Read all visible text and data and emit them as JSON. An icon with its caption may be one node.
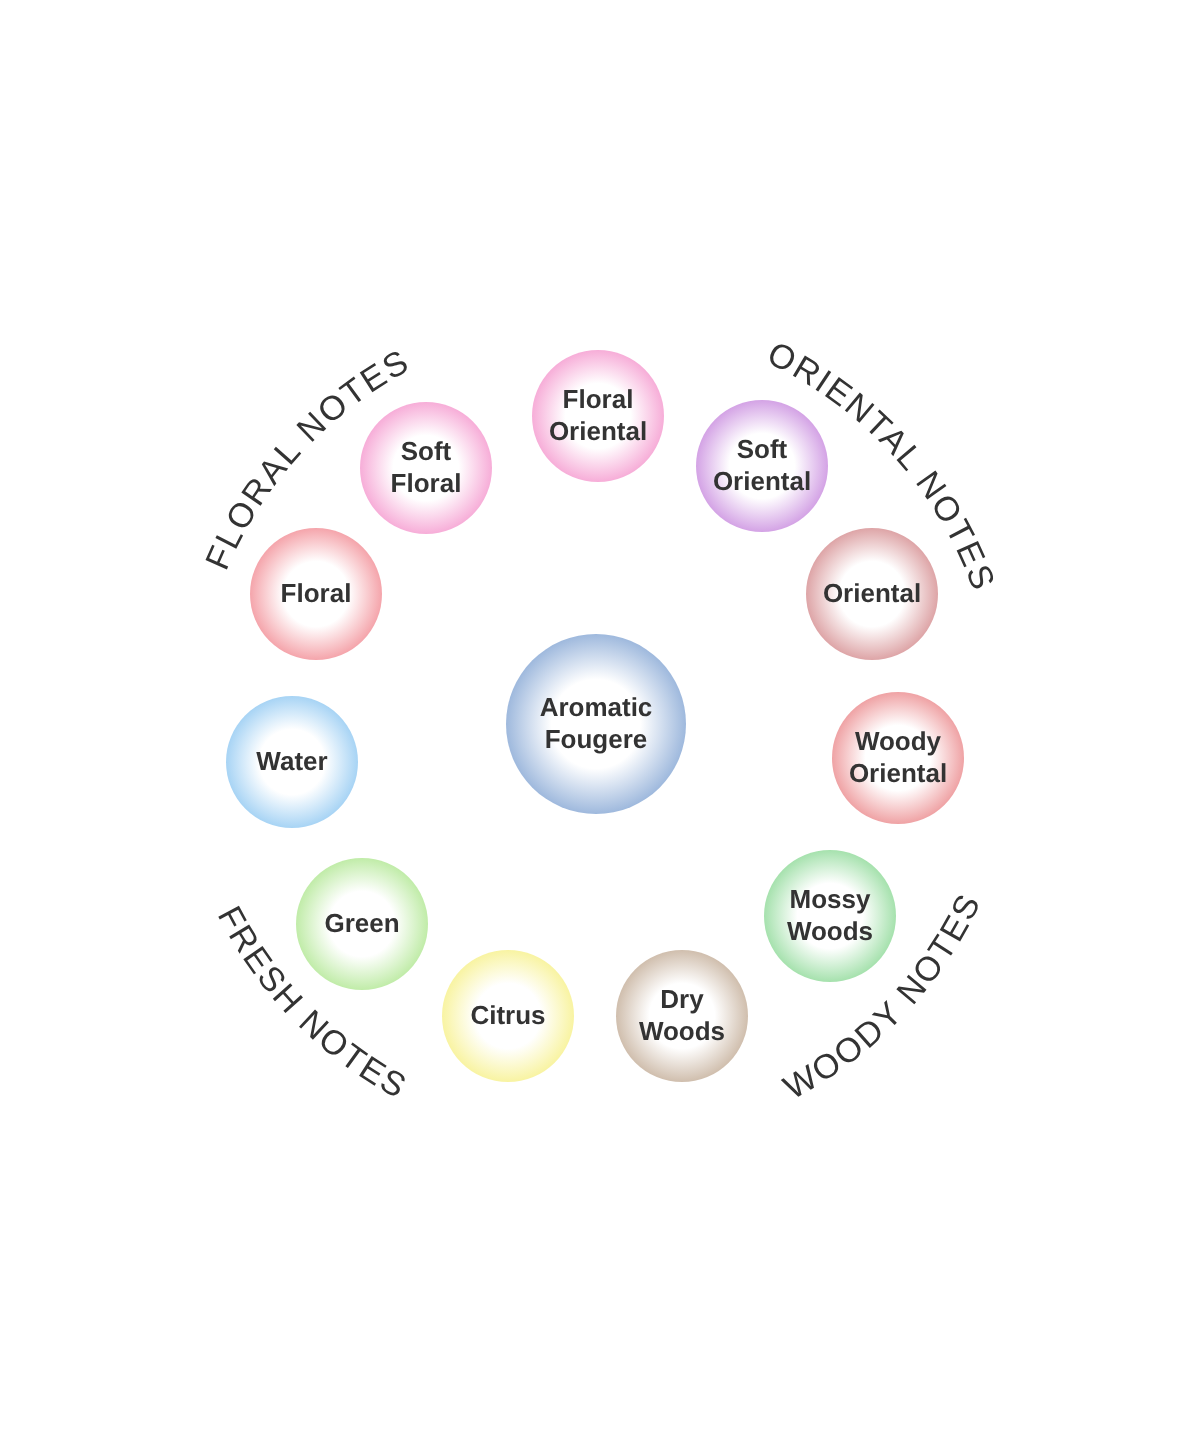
{
  "diagram": {
    "nodes": [
      {
        "text": [
          "Floral Oriental"
        ]
      },
      {
        "text": [
          "Soft Oriental"
        ]
      },
      {
        "text": [
          "Oriental"
        ]
      },
      {
        "text": [
          "Woody Oriental"
        ]
      },
      {
        "text": [
          "Mossy Woods"
        ]
      },
      {
        "text": [
          "Dry Woods"
        ]
      },
      {
        "text": [
          "Citrus"
        ]
      },
      {
        "text": [
          "Green"
        ]
      },
      {
        "text": [
          "Water"
        ]
      },
      {
        "text": [
          "Floral"
        ]
      },
      {
        "text": [
          "Soft Floral"
        ]
      },
      {
        "text": [
          "Aromatic Fougere"
        ]
      }
    ],
    "labels": [
      "FLORAL NOTES",
      "ORIENTAL NOTES",
      "WOODY NOTES",
      "FRESH NOTES"
    ]
  }
}
